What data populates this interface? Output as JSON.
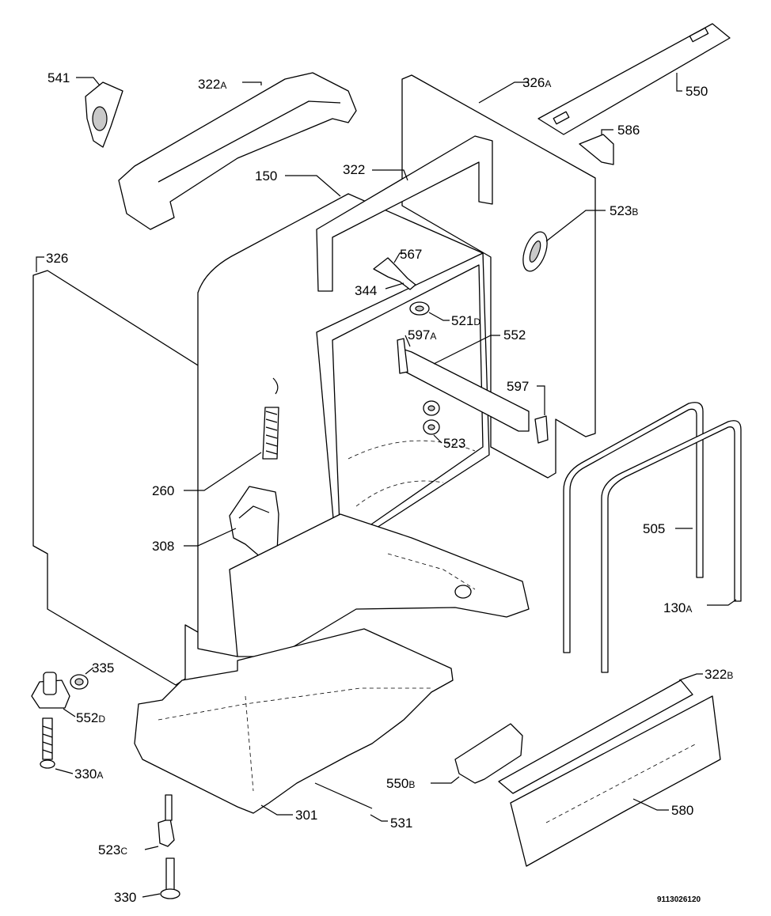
{
  "labels": [
    {
      "id": "541",
      "num": "541",
      "sub": ""
    },
    {
      "id": "322a",
      "num": "322",
      "sub": "A"
    },
    {
      "id": "326a",
      "num": "326",
      "sub": "A"
    },
    {
      "id": "550",
      "num": "550",
      "sub": ""
    },
    {
      "id": "586",
      "num": "586",
      "sub": ""
    },
    {
      "id": "150",
      "num": "150",
      "sub": ""
    },
    {
      "id": "322",
      "num": "322",
      "sub": ""
    },
    {
      "id": "523b",
      "num": "523",
      "sub": "B"
    },
    {
      "id": "326",
      "num": "326",
      "sub": ""
    },
    {
      "id": "567",
      "num": "567",
      "sub": ""
    },
    {
      "id": "344",
      "num": "344",
      "sub": ""
    },
    {
      "id": "521d",
      "num": "521",
      "sub": "D"
    },
    {
      "id": "597a",
      "num": "597",
      "sub": "A"
    },
    {
      "id": "552",
      "num": "552",
      "sub": ""
    },
    {
      "id": "597",
      "num": "597",
      "sub": ""
    },
    {
      "id": "523",
      "num": "523",
      "sub": ""
    },
    {
      "id": "260",
      "num": "260",
      "sub": ""
    },
    {
      "id": "505",
      "num": "505",
      "sub": ""
    },
    {
      "id": "308",
      "num": "308",
      "sub": ""
    },
    {
      "id": "130a",
      "num": "130",
      "sub": "A"
    },
    {
      "id": "335",
      "num": "335",
      "sub": ""
    },
    {
      "id": "552d",
      "num": "552",
      "sub": "D"
    },
    {
      "id": "322b",
      "num": "322",
      "sub": "B"
    },
    {
      "id": "330a",
      "num": "330",
      "sub": "A"
    },
    {
      "id": "550b",
      "num": "550",
      "sub": "B"
    },
    {
      "id": "580",
      "num": "580",
      "sub": ""
    },
    {
      "id": "301",
      "num": "301",
      "sub": ""
    },
    {
      "id": "531",
      "num": "531",
      "sub": ""
    },
    {
      "id": "523c",
      "num": "523",
      "sub": "C"
    },
    {
      "id": "330",
      "num": "330",
      "sub": ""
    }
  ],
  "drawing_ref": "9113026120"
}
